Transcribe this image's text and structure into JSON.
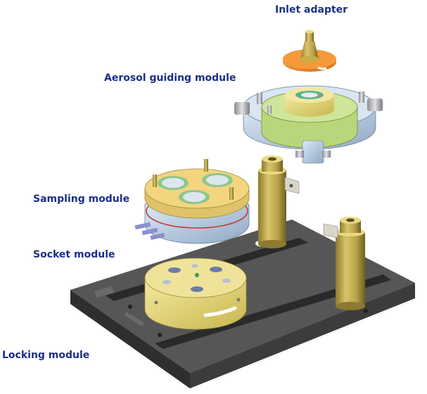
{
  "labels": {
    "inlet_adapter": "Inlet adapter",
    "aerosol_guiding_module": "Aerosol guiding module",
    "sampling_module": "Sampling module",
    "socket_module": "Socket module",
    "locking_module": "Locking module"
  },
  "colors": {
    "label_text": "#1a2f8a",
    "base_plate": "#4a4a4a",
    "gold_parts": "#d8c56a",
    "orange_adapter": "#f08a2a",
    "blue_ring": "#b9cfe6",
    "green_ring": "#b8d77a",
    "steel": "#c9c9cc"
  }
}
